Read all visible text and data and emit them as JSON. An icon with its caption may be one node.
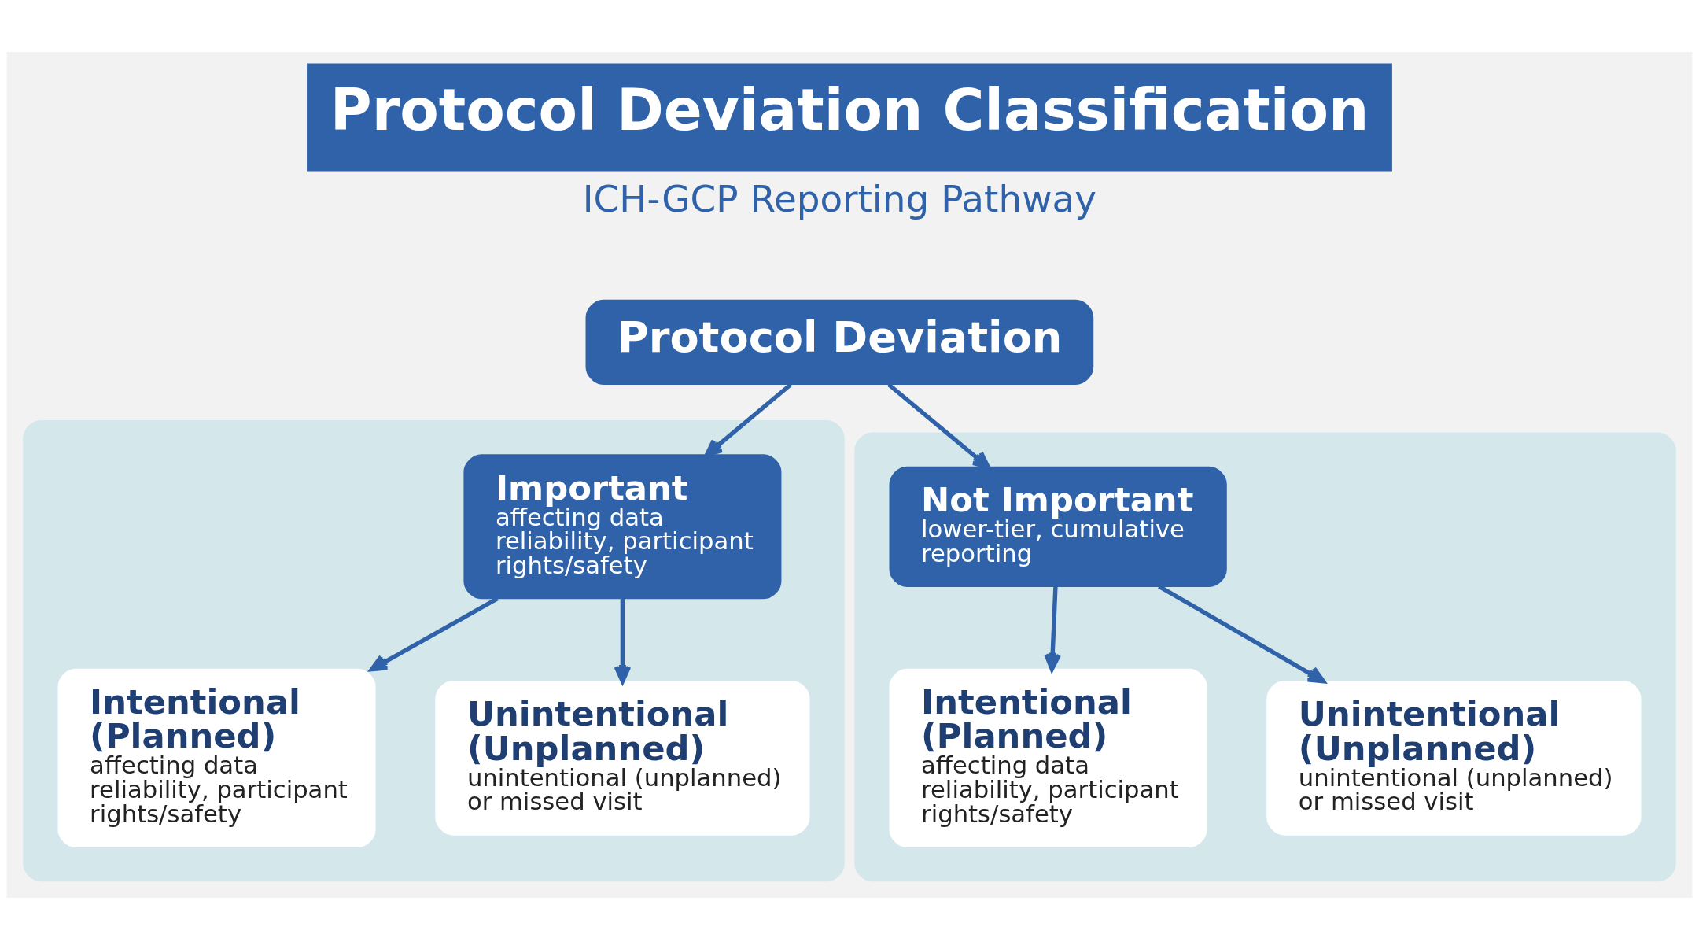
{
  "diagram": {
    "title": "Protocol Deviation Classification",
    "nodes": [
      {
        "text": [
          "Protocol Deviation"
        ]
      },
      {
        "text": [],
        "shape": "box"
      },
      {
        "text": [
          "Important",
          "affecting data reliability, participant rights/safety"
        ],
        "in": 1
      },
      {
        "text": [
          "Intentional (Planned)",
          "affecting data reliability, participant rights/safety"
        ],
        "in": 1
      },
      {
        "text": [
          "Unintentional (Unplanned)",
          "unintentional (unplanned) or missed visit"
        ],
        "in": 1
      },
      {
        "text": [],
        "shape": "box"
      },
      {
        "text": [
          "Not Important",
          "lower-tier, cumulative reporting"
        ],
        "in": 5
      },
      {
        "text": [
          "Intentional (Planned)",
          "affecting data reliability, participant rights/safety"
        ],
        "in": 5
      },
      {
        "text": [
          "Unintentional (Unplanned)",
          "unintentional (unplanned) or missed visit"
        ],
        "in": 5
      }
    ],
    "edges": [
      {
        "from": 0,
        "to": 2,
        "arrow": "to"
      },
      {
        "from": 0,
        "to": 6,
        "arrow": "to"
      },
      {
        "from": 2,
        "to": 3,
        "arrow": "to"
      },
      {
        "from": 2,
        "to": 4,
        "arrow": "to"
      },
      {
        "from": 6,
        "to": 7,
        "arrow": "to"
      },
      {
        "from": 6,
        "to": 8,
        "arrow": "to"
      }
    ],
    "labels": [
      "ICH-GCP Reporting Pathway"
    ]
  }
}
